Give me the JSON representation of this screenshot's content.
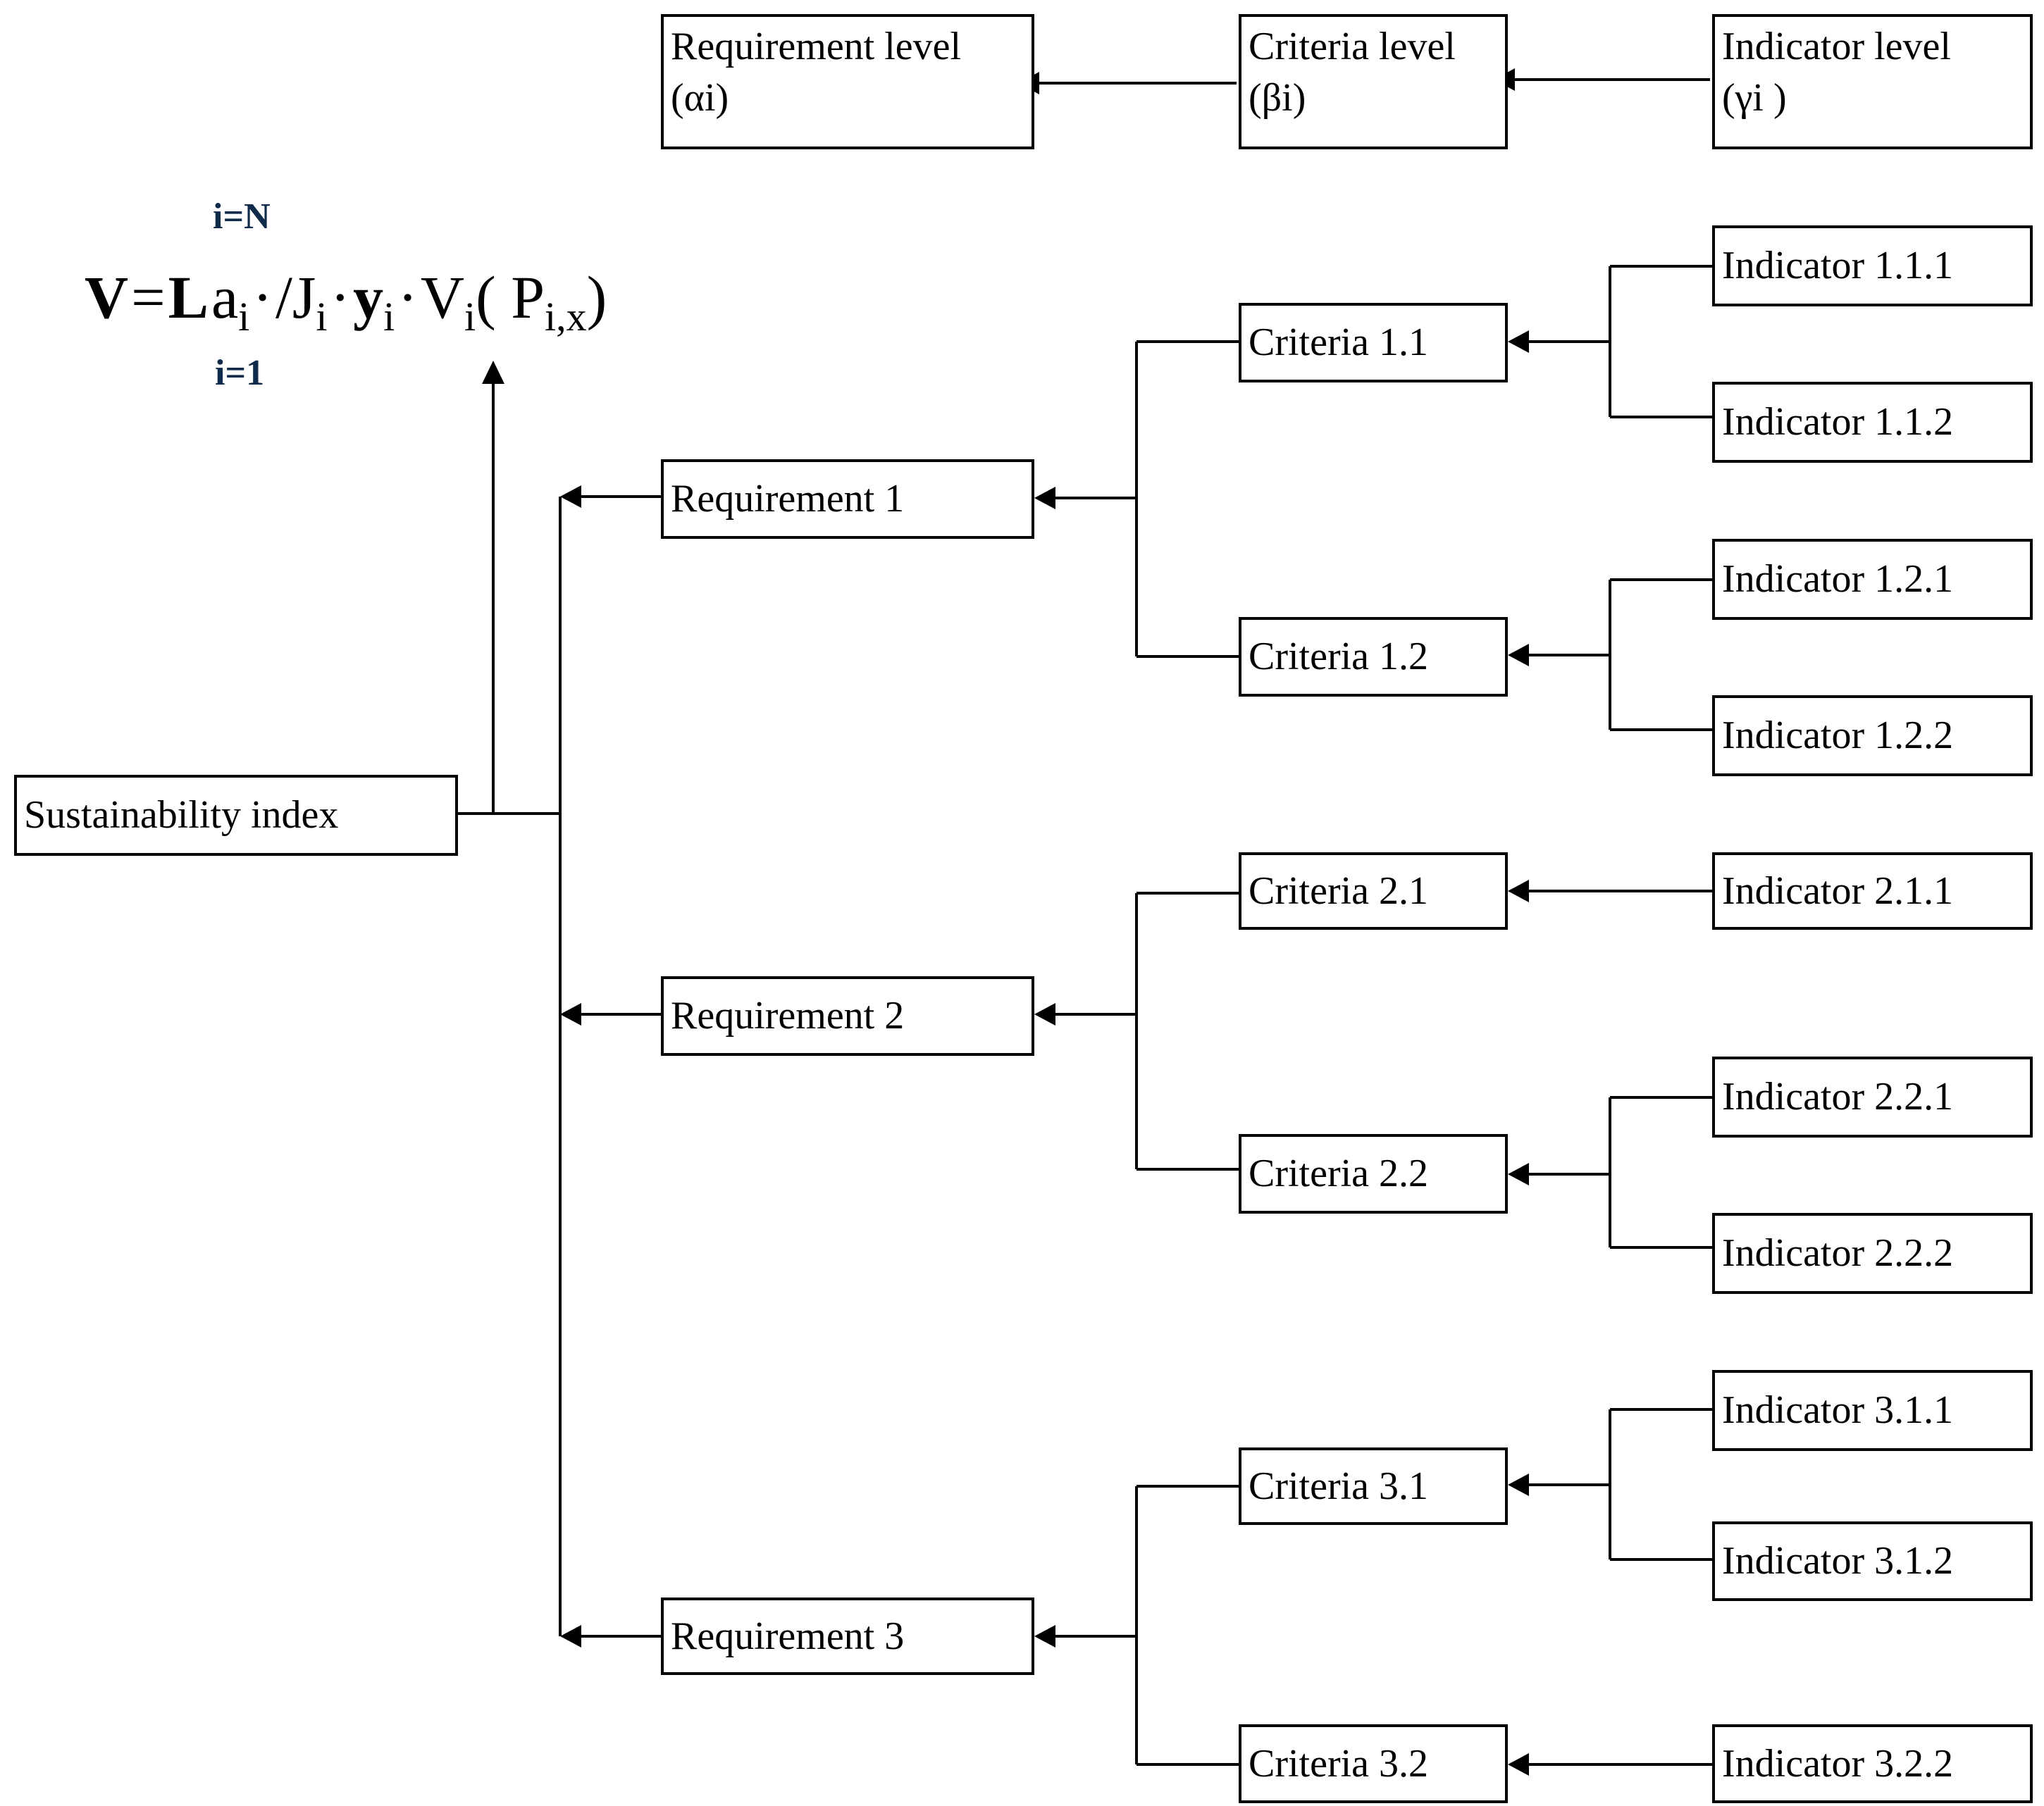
{
  "header": {
    "requirement_level": [
      "Requirement level",
      "(αi)"
    ],
    "criteria_level": [
      "Criteria level",
      "(βi)"
    ],
    "indicator_level": [
      "Indicator level",
      "(γi )"
    ]
  },
  "formula": {
    "upper_limit": "i=N",
    "lower_limit": "i=1",
    "lhs": "V",
    "equals": "=",
    "sum_symbol": "L",
    "t1": "a",
    "s1": "i",
    "dot": "·",
    "t2": "/J",
    "s2": "i",
    "t3": "y",
    "s3": "i",
    "t4": "V",
    "s4": "i",
    "t5": "( P",
    "s5": "i,x",
    "t6": ")"
  },
  "root": "Sustainability index",
  "requirements": [
    "Requirement 1",
    "Requirement 2",
    "Requirement 3"
  ],
  "criteria": [
    "Criteria 1.1",
    "Criteria 1.2",
    "Criteria 2.1",
    "Criteria 2.2",
    "Criteria 3.1",
    "Criteria 3.2"
  ],
  "indicators": [
    "Indicator 1.1.1",
    "Indicator 1.1.2",
    "Indicator 1.2.1",
    "Indicator 1.2.2",
    "Indicator 2.1.1",
    "Indicator 2.2.1",
    "Indicator 2.2.2",
    "Indicator 3.1.1",
    "Indicator 3.1.2",
    "Indicator 3.2.2"
  ]
}
